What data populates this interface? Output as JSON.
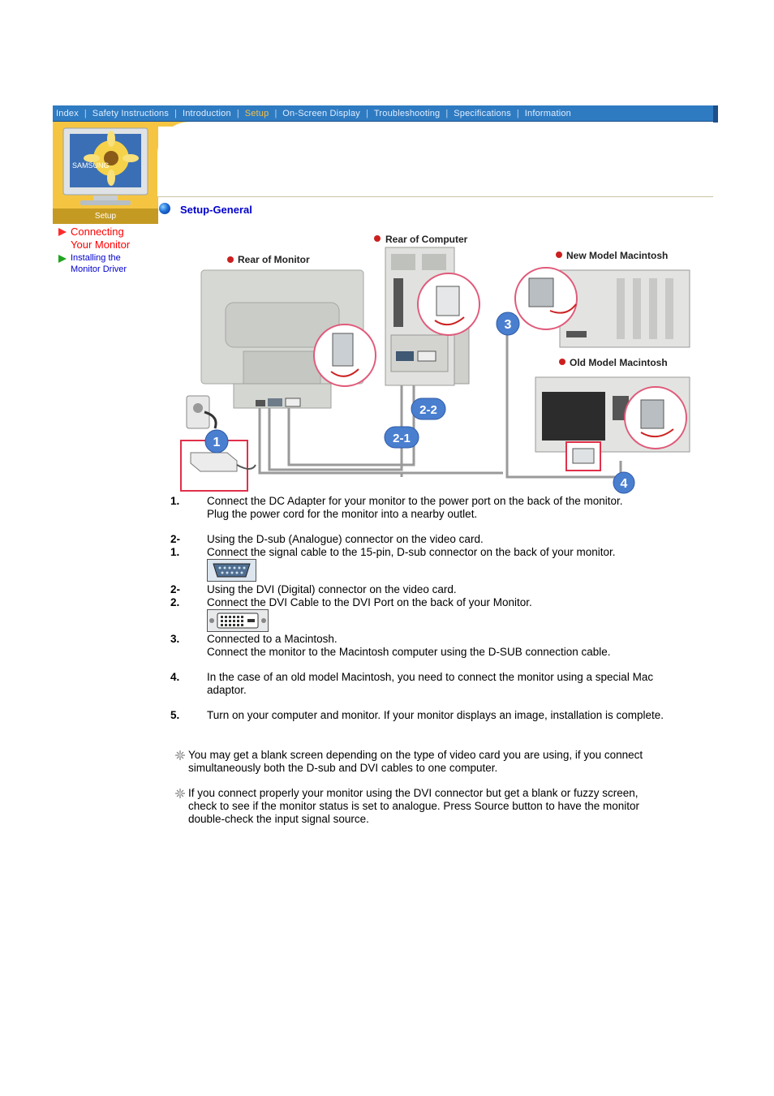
{
  "nav": {
    "items": [
      {
        "label": "Index",
        "active": false
      },
      {
        "label": "Safety Instructions",
        "active": false
      },
      {
        "label": "Introduction",
        "active": false
      },
      {
        "label": "Setup",
        "active": true
      },
      {
        "label": "On-Screen Display",
        "active": false
      },
      {
        "label": "Troubleshooting",
        "active": false
      },
      {
        "label": "Specifications",
        "active": false
      },
      {
        "label": "Information",
        "active": false
      }
    ]
  },
  "sidebar": {
    "badge": "Setup",
    "thumb_brand": "SAMSUNG",
    "links": [
      {
        "label": "Connecting Your Monitor",
        "line1": "Connecting",
        "line2": "Your Monitor"
      },
      {
        "label": "Installing the Monitor Driver",
        "line1": "Installing the",
        "line2": "Monitor Driver"
      }
    ]
  },
  "section": {
    "title": "Setup-General"
  },
  "diagram": {
    "labels": {
      "rear_monitor": "Rear of Monitor",
      "rear_computer": "Rear of Computer",
      "new_mac": "New Model Macintosh",
      "old_mac": "Old Model Macintosh"
    },
    "badges": [
      "1",
      "2-1",
      "2-2",
      "3",
      "4"
    ]
  },
  "steps": [
    {
      "num": "1.",
      "lines": [
        "Connect the DC Adapter for your monitor to the power port on the back of the monitor.",
        "Plug the power cord for the monitor into a nearby outlet."
      ]
    },
    {
      "num": "2-1.",
      "lines": [
        "Using the D-sub (Analogue) connector on the video card.",
        "Connect the signal cable to the 15-pin, D-sub connector on the back of your monitor."
      ]
    },
    {
      "num": "2-2.",
      "lines": [
        "Using the DVI (Digital) connector on the video card.",
        "Connect the DVI Cable to the DVI Port on the back of your Monitor."
      ]
    },
    {
      "num": "3.",
      "lines": [
        "Connected to a Macintosh.",
        "Connect the monitor to the Macintosh computer using the D-SUB connection cable."
      ]
    },
    {
      "num": "4.",
      "lines": [
        "In the case of an old model Macintosh, you need to connect the monitor using a special Mac",
        "adaptor."
      ]
    },
    {
      "num": "5.",
      "lines": [
        "Turn on your computer and monitor. If your monitor displays an image, installation is complete."
      ]
    }
  ],
  "notes": [
    {
      "lines": [
        "You may get a blank screen depending on the type of video card you are using, if you connect",
        "simultaneously both the D-sub and DVI cables to one computer."
      ]
    },
    {
      "lines": [
        "If you connect properly your monitor using the DVI connector but get a blank or fuzzy screen,",
        "check to see if the monitor status is set to analogue. Press Source button to have the monitor",
        "double-check the input signal source."
      ]
    }
  ],
  "colors": {
    "nav_bg": "#2f7bc2",
    "nav_active": "#f3c04a",
    "header_yellow": "#f5c542",
    "link_red": "#ff0000",
    "link_blue": "#0000cc"
  }
}
